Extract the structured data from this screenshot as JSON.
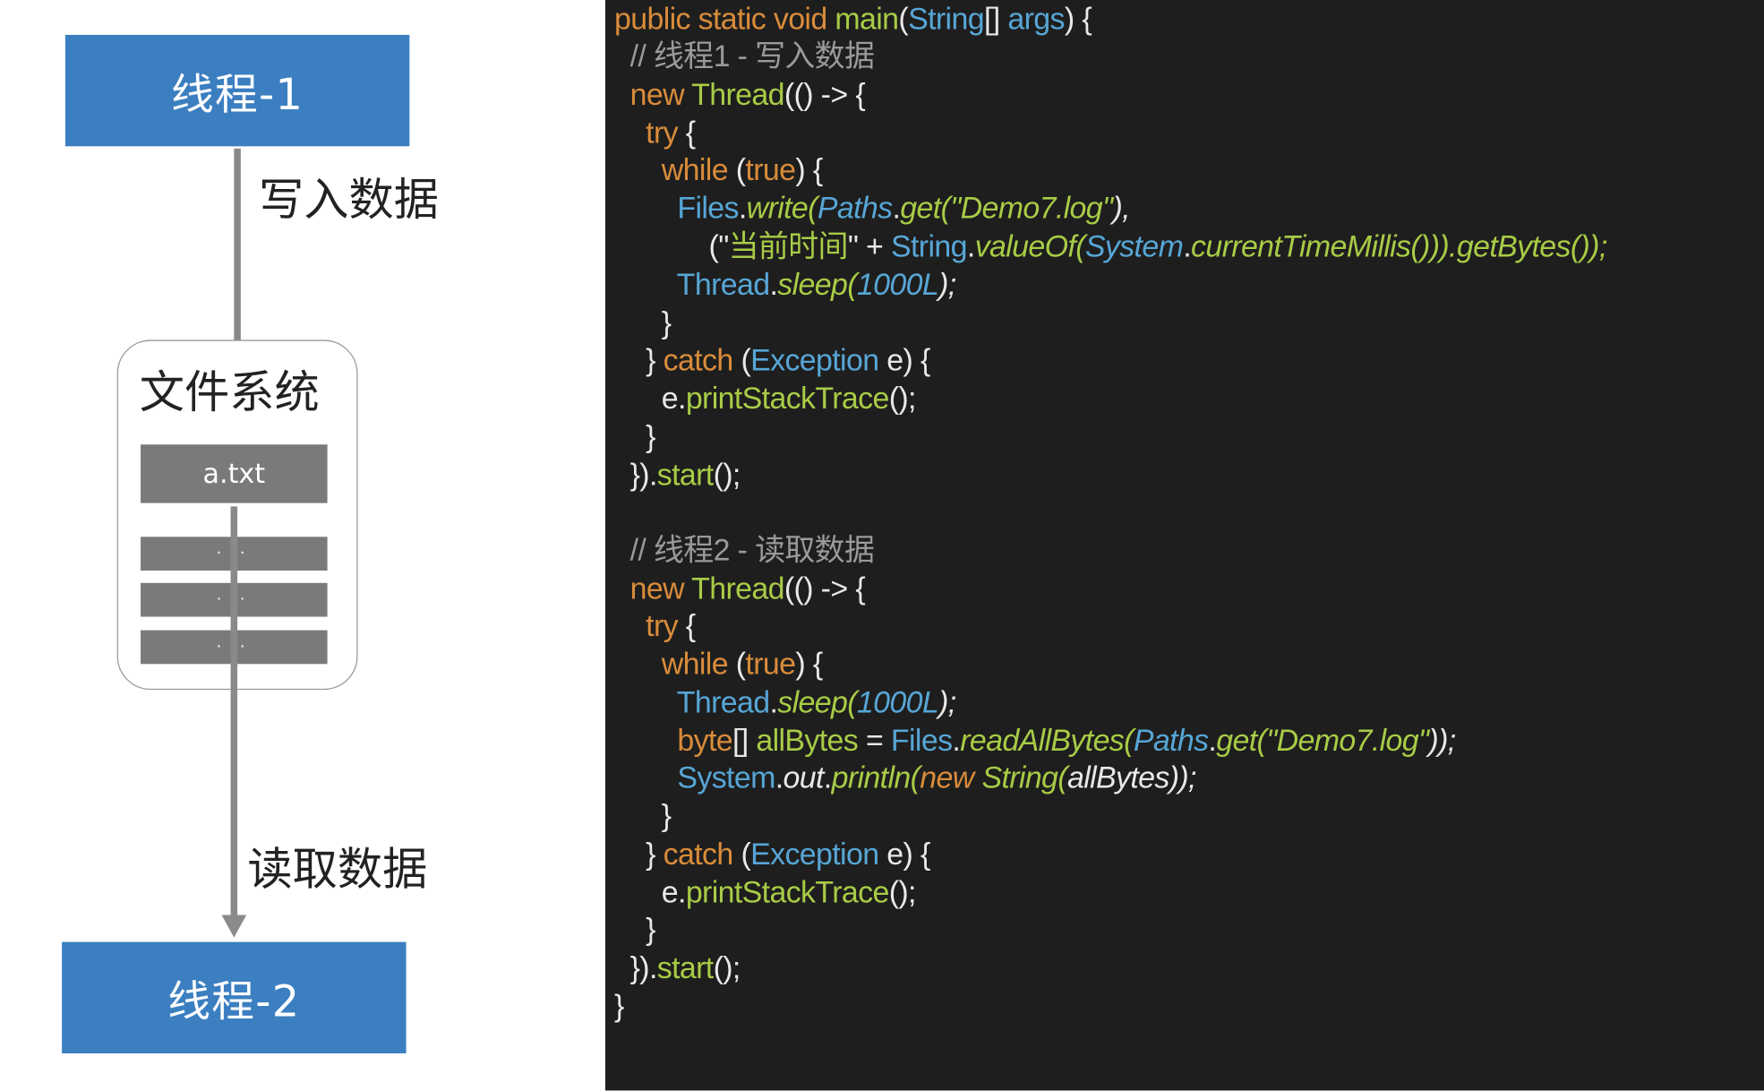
{
  "diagram": {
    "thread1": "线程-1",
    "thread2": "线程-2",
    "write_label": "写入数据",
    "read_label": "读取数据",
    "filesystem_label": "文件系统",
    "file_name": "a.txt",
    "file_placeholder": "· ·"
  },
  "code": {
    "colors": {
      "background": "#1e1e1e",
      "keyword": "#d98c3a",
      "type": "#57a6d6",
      "function": "#a8cc46",
      "comment": "#9a9a9a",
      "plain": "#e8e8e8"
    },
    "lines": [
      [
        [
          "kw",
          "public static void "
        ],
        [
          "fn",
          "main"
        ],
        [
          "pl",
          "("
        ],
        [
          "ty",
          "String"
        ],
        [
          "pl",
          "[] "
        ],
        [
          "ty",
          "args"
        ],
        [
          "pl",
          ") {"
        ]
      ],
      [
        [
          "cm",
          "  // 线程1 - 写入数据"
        ]
      ],
      [
        [
          "kw",
          "  new "
        ],
        [
          "fn",
          "Thread"
        ],
        [
          "pl",
          "(() -> {"
        ]
      ],
      [
        [
          "kw",
          "    try"
        ],
        [
          "pl",
          " {"
        ]
      ],
      [
        [
          "kw",
          "      while "
        ],
        [
          "pl",
          "("
        ],
        [
          "kw",
          "true"
        ],
        [
          "pl",
          ") {"
        ]
      ],
      [
        [
          "ty",
          "        Files"
        ],
        [
          "pl",
          "."
        ],
        [
          "fn it",
          "write("
        ],
        [
          "ty it",
          "Paths"
        ],
        [
          "pl",
          "."
        ],
        [
          "fn it",
          "get("
        ],
        [
          "st it",
          "\"Demo7.log\""
        ],
        [
          "pl it",
          "),"
        ]
      ],
      [
        [
          "pl",
          "            (\""
        ],
        [
          "st",
          "当前时间"
        ],
        [
          "pl",
          "\" + "
        ],
        [
          "ty",
          "String"
        ],
        [
          "pl",
          "."
        ],
        [
          "fn it",
          "valueOf("
        ],
        [
          "ty it",
          "System"
        ],
        [
          "pl",
          "."
        ],
        [
          "fn it",
          "currentTimeMillis()))."
        ],
        [
          "fn it",
          "getBytes());"
        ]
      ],
      [
        [
          "ty",
          "        Thread"
        ],
        [
          "pl",
          "."
        ],
        [
          "fn it",
          "sleep("
        ],
        [
          "ty it",
          "1000L"
        ],
        [
          "pl it",
          ");"
        ]
      ],
      [
        [
          "pl",
          "      }"
        ]
      ],
      [
        [
          "pl",
          "    } "
        ],
        [
          "kw",
          "catch "
        ],
        [
          "pl",
          "("
        ],
        [
          "ty",
          "Exception "
        ],
        [
          "pl",
          "e) {"
        ]
      ],
      [
        [
          "pl",
          "      e."
        ],
        [
          "fn",
          "printStackTrace"
        ],
        [
          "pl",
          "();"
        ]
      ],
      [
        [
          "pl",
          "    }"
        ]
      ],
      [
        [
          "pl",
          "  })."
        ],
        [
          "fn",
          "start"
        ],
        [
          "pl",
          "();"
        ]
      ],
      [
        [
          "pl",
          ""
        ]
      ],
      [
        [
          "cm",
          "  // 线程2 - 读取数据"
        ]
      ],
      [
        [
          "kw",
          "  new "
        ],
        [
          "fn",
          "Thread"
        ],
        [
          "pl",
          "(() -> {"
        ]
      ],
      [
        [
          "kw",
          "    try"
        ],
        [
          "pl",
          " {"
        ]
      ],
      [
        [
          "kw",
          "      while "
        ],
        [
          "pl",
          "("
        ],
        [
          "kw",
          "true"
        ],
        [
          "pl",
          ") {"
        ]
      ],
      [
        [
          "ty",
          "        Thread"
        ],
        [
          "pl",
          "."
        ],
        [
          "fn it",
          "sleep("
        ],
        [
          "ty it",
          "1000L"
        ],
        [
          "pl it",
          ");"
        ]
      ],
      [
        [
          "kw",
          "        byte"
        ],
        [
          "pl",
          "[] "
        ],
        [
          "fn",
          "allBytes"
        ],
        [
          "pl",
          " = "
        ],
        [
          "ty",
          "Files"
        ],
        [
          "pl",
          "."
        ],
        [
          "fn it",
          "readAllBytes("
        ],
        [
          "ty it",
          "Paths"
        ],
        [
          "pl",
          "."
        ],
        [
          "fn it",
          "get("
        ],
        [
          "st it",
          "\"Demo7.log\""
        ],
        [
          "pl it",
          "));"
        ]
      ],
      [
        [
          "ty",
          "        System"
        ],
        [
          "pl",
          "."
        ],
        [
          "pl it",
          "out"
        ],
        [
          "pl",
          "."
        ],
        [
          "fn it",
          "println("
        ],
        [
          "kw it",
          "new "
        ],
        [
          "fn it",
          "String("
        ],
        [
          "pl it",
          "allBytes));"
        ]
      ],
      [
        [
          "pl",
          "      }"
        ]
      ],
      [
        [
          "pl",
          "    } "
        ],
        [
          "kw",
          "catch "
        ],
        [
          "pl",
          "("
        ],
        [
          "ty",
          "Exception "
        ],
        [
          "pl",
          "e) {"
        ]
      ],
      [
        [
          "pl",
          "      e."
        ],
        [
          "fn",
          "printStackTrace"
        ],
        [
          "pl",
          "();"
        ]
      ],
      [
        [
          "pl",
          "    }"
        ]
      ],
      [
        [
          "pl",
          "  })."
        ],
        [
          "fn",
          "start"
        ],
        [
          "pl",
          "();"
        ]
      ],
      [
        [
          "pl",
          "}"
        ]
      ]
    ]
  }
}
